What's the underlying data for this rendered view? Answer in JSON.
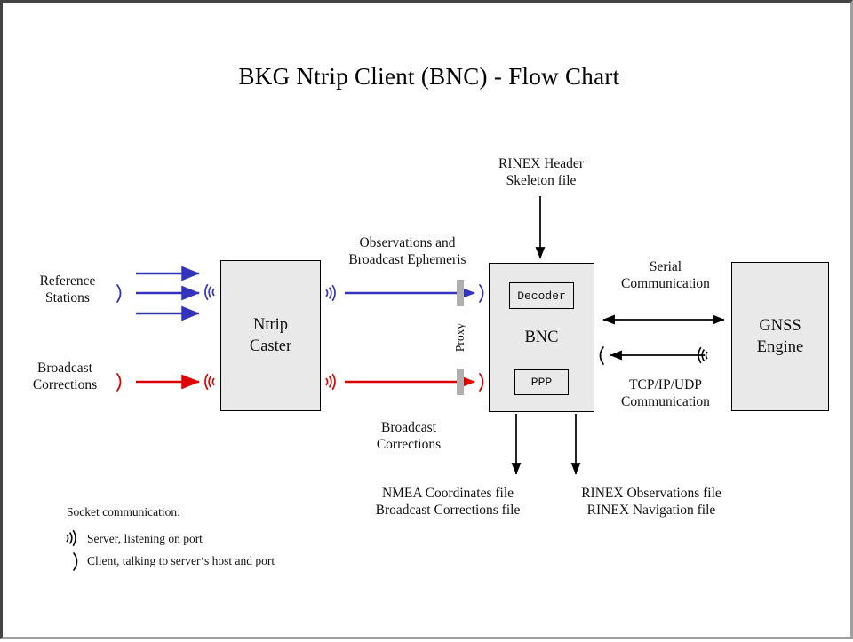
{
  "title": "BKG Ntrip Client (BNC)  -  Flow Chart",
  "nodes": {
    "ntrip_caster": "Ntrip\nCaster",
    "bnc": "BNC",
    "decoder": "Decoder",
    "ppp": "PPP",
    "gnss_engine": "GNSS\nEngine"
  },
  "sources": {
    "reference_stations": "Reference\nStations",
    "broadcast_corrections": "Broadcast\nCorrections"
  },
  "edge_labels": {
    "observations_ephemeris": "Observations and\nBroadcast Ephemeris",
    "broadcast_corrections": "Broadcast\nCorrections",
    "rinex_header_skeleton": "RINEX Header\nSkeleton file",
    "serial_communication": "Serial\nCommunication",
    "tcpip_communication": "TCP/IP/UDP\nCommunication",
    "proxy": "Proxy"
  },
  "outputs": {
    "left": "NMEA Coordinates file\nBroadcast Corrections file",
    "right": "RINEX Observations file\nRINEX Navigation file"
  },
  "legend": {
    "heading": "Socket communication:",
    "server": "Server, listening  on port",
    "client": "Client, talking to server‘s host and port",
    "server_icon": "server-wave-icon",
    "client_icon": "client-paren-icon"
  },
  "colors": {
    "observation_stream": "#3333bb",
    "correction_stream": "#dd0000",
    "node_fill": "#e9e9e9",
    "node_border": "#000000",
    "proxy_bar": "#b0b0b0",
    "frame_dark": "#444444",
    "frame_light": "#a0a0a0"
  }
}
